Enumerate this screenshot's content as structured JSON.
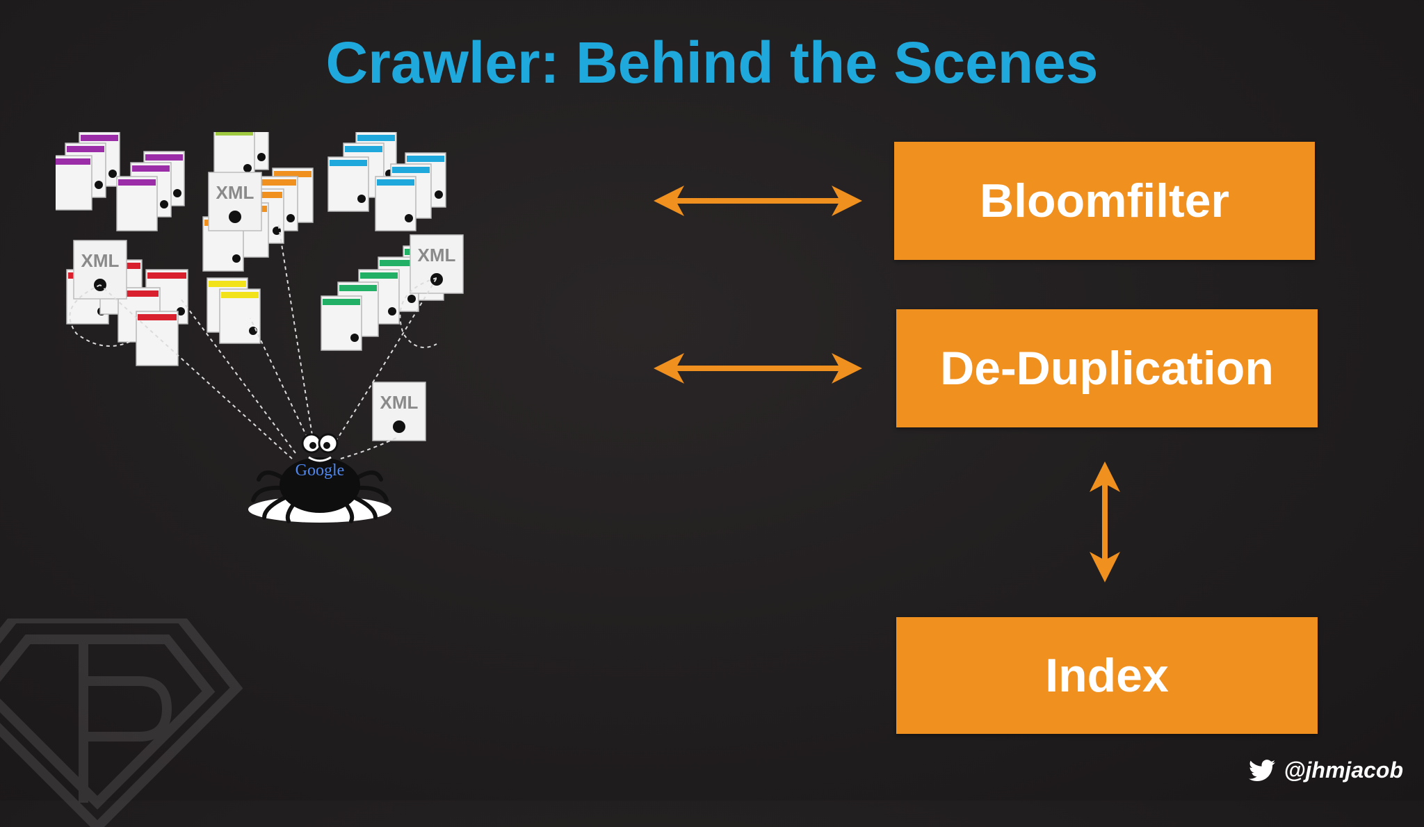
{
  "title": "Crawler: Behind the Scenes",
  "stages": {
    "bloomfilter": "Bloomfilter",
    "deduplication": "De-Duplication",
    "index": "Index"
  },
  "crawler": {
    "xml_label": "XML",
    "spider_logo": "Google",
    "page_colors": [
      "#9b2ea8",
      "#9fc940",
      "#f0901e",
      "#1fa8dc",
      "#d8202e",
      "#f2e21a",
      "#22b066"
    ]
  },
  "footer": {
    "handle": "@jhmjacob",
    "icon": "twitter-bird-icon"
  },
  "colors": {
    "title": "#1fa8dc",
    "box": "#f0901e",
    "arrow": "#f0901e",
    "background": "#211e1f"
  }
}
